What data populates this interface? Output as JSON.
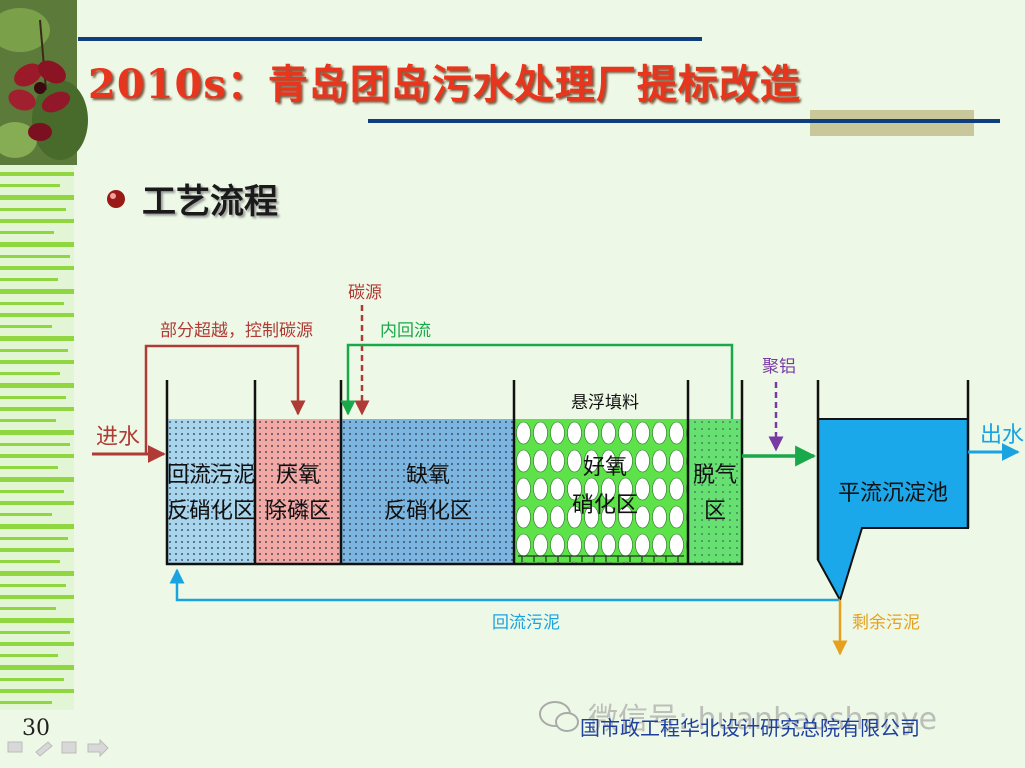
{
  "slide": {
    "title": "2010s：青岛团岛污水处理厂提标改造",
    "bullet": "工艺流程",
    "page_number": "30",
    "footer": "国市政工程华北设计研究总院有限公司",
    "watermark": "微信号: huanbaoshanye"
  },
  "diagram": {
    "inlet_label": "进水",
    "outlet_label": "出水",
    "bypass_label": "部分超越，控制碳源",
    "carbon_label": "碳源",
    "internal_recycle_label": "内回流",
    "pac_label": "聚铝",
    "suspended_media_label": "悬浮填料",
    "return_sludge_label": "回流污泥",
    "excess_sludge_label": "剩余污泥",
    "zones": {
      "z1_line1": "回流污泥",
      "z1_line2": "反硝化区",
      "z2_line1": "厌氧",
      "z2_line2": "除磷区",
      "z3_line1": "缺氧",
      "z3_line2": "反硝化区",
      "z4_line1": "好氧",
      "z4_line2": "硝化区",
      "z5_line1": "脱气",
      "z5_line2": "区",
      "clarifier": "平流沉淀池"
    }
  },
  "colors": {
    "title": "#e8361e",
    "flow_red": "#b03a36",
    "flow_green": "#19a84a",
    "flow_blue": "#19a3e0",
    "flow_purple": "#7a3aa6",
    "flow_orange": "#e6a020"
  }
}
